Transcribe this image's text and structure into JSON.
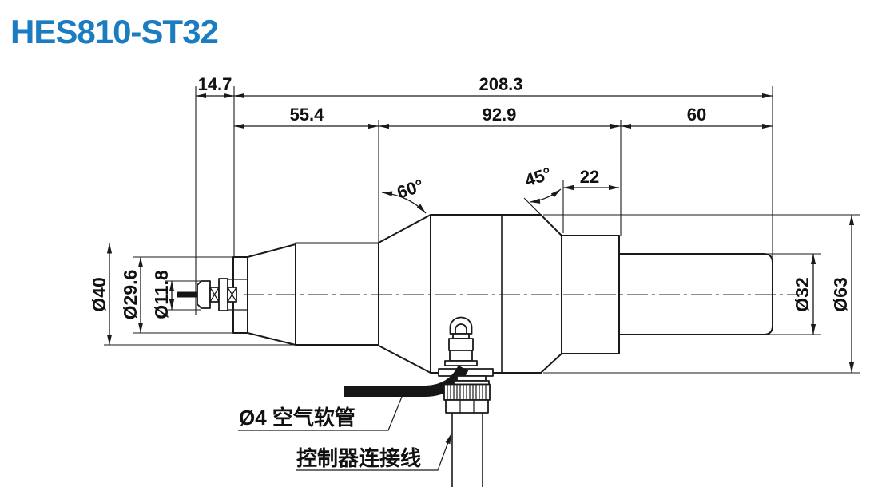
{
  "title": "HES810-ST32",
  "colors": {
    "title_blue": "#1b7cc1",
    "line_black": "#1a1a1a"
  },
  "dims": {
    "collet_protrusion": "14.7",
    "total_length": "208.3",
    "nose_length": "55.4",
    "body_length": "92.9",
    "rear_shaft_length": "60",
    "rear_step_length": "22",
    "front_taper_angle": "60°",
    "rear_chamfer_angle": "45°",
    "nose_diameter": "Ø40",
    "nose_front_diameter": "Ø29.6",
    "collet_diameter": "Ø11.8",
    "rear_shaft_diameter": "Ø32",
    "body_diameter": "Ø63"
  },
  "callouts": {
    "air_hose": "Ø4 空气软管",
    "controller_cable": "控制器连接线"
  }
}
